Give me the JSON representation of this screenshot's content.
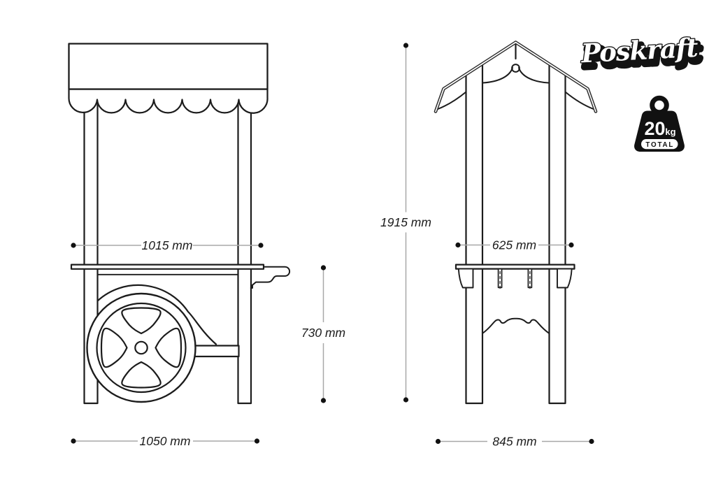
{
  "document": {
    "kind": "dimension-diagram",
    "background": "#ffffff"
  },
  "brand": {
    "logo_text": "Poskraft"
  },
  "weight": {
    "value": "20",
    "unit": "kg",
    "label": "TOTAL"
  },
  "views": {
    "front": {
      "dims": {
        "counter_width": "1015 mm",
        "base_width": "1050 mm",
        "counter_height": "730 mm"
      }
    },
    "side": {
      "dims": {
        "total_height": "1915 mm",
        "top_depth": "625 mm",
        "base_depth": "845 mm"
      }
    }
  },
  "colors": {
    "line": "#1c1c1c",
    "dim_line": "#a8a8a8",
    "dim_dot": "#111111",
    "ink": "#111111",
    "paper": "#ffffff"
  }
}
